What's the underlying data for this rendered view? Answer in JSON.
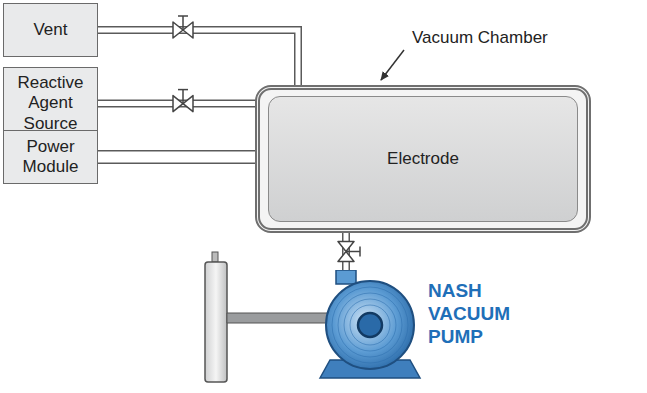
{
  "diagram": {
    "nodes": [
      {
        "text": [
          "Vent"
        ]
      },
      {
        "text": [
          "Reactive Agent Source"
        ]
      },
      {
        "text": [
          "Power Module"
        ]
      },
      {
        "text": [
          "Vacuum Chamber"
        ]
      },
      {
        "text": [
          "Electrode"
        ],
        "in": 3
      },
      {
        "text": [
          "NASH VACUUM PUMP"
        ]
      }
    ],
    "edges": [
      {
        "from": 0,
        "to": 3,
        "arrow": "none"
      },
      {
        "from": 1,
        "to": 3,
        "arrow": "none"
      },
      {
        "from": 2,
        "to": 3,
        "arrow": "none"
      },
      {
        "from": 3,
        "to": 5,
        "arrow": "none"
      }
    ]
  }
}
